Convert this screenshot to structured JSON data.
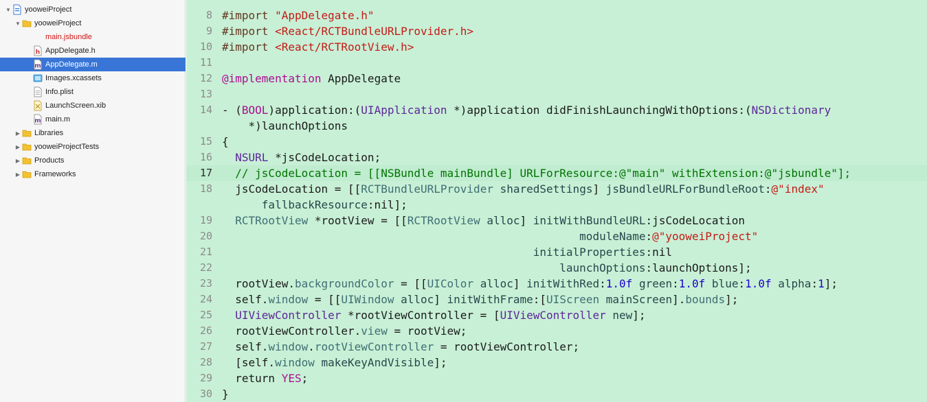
{
  "navigator": {
    "items": [
      {
        "label": "yooweiProject",
        "level": 0,
        "disclosure": "open",
        "icon": "project-icon",
        "selected": false,
        "red": false
      },
      {
        "label": "yooweiProject",
        "level": 1,
        "disclosure": "open",
        "icon": "folder-icon",
        "selected": false,
        "red": false
      },
      {
        "label": "main.jsbundle",
        "level": 2,
        "disclosure": "none",
        "icon": "blank-icon",
        "selected": false,
        "red": true
      },
      {
        "label": "AppDelegate.h",
        "level": 2,
        "disclosure": "none",
        "icon": "header-file-icon",
        "selected": false,
        "red": false
      },
      {
        "label": "AppDelegate.m",
        "level": 2,
        "disclosure": "none",
        "icon": "implementation-file-icon",
        "selected": true,
        "red": false
      },
      {
        "label": "Images.xcassets",
        "level": 2,
        "disclosure": "none",
        "icon": "asset-catalog-icon",
        "selected": false,
        "red": false
      },
      {
        "label": "Info.plist",
        "level": 2,
        "disclosure": "none",
        "icon": "plist-file-icon",
        "selected": false,
        "red": false
      },
      {
        "label": "LaunchScreen.xib",
        "level": 2,
        "disclosure": "none",
        "icon": "xib-file-icon",
        "selected": false,
        "red": false
      },
      {
        "label": "main.m",
        "level": 2,
        "disclosure": "none",
        "icon": "implementation-file-icon",
        "selected": false,
        "red": false
      },
      {
        "label": "Libraries",
        "level": 1,
        "disclosure": "closed",
        "icon": "folder-icon",
        "selected": false,
        "red": false
      },
      {
        "label": "yooweiProjectTests",
        "level": 1,
        "disclosure": "closed",
        "icon": "folder-icon",
        "selected": false,
        "red": false
      },
      {
        "label": "Products",
        "level": 1,
        "disclosure": "closed",
        "icon": "folder-icon",
        "selected": false,
        "red": false
      },
      {
        "label": "Frameworks",
        "level": 1,
        "disclosure": "closed",
        "icon": "folder-icon",
        "selected": false,
        "red": false
      }
    ]
  },
  "editor": {
    "current_line": "17",
    "lines": [
      {
        "n": "8",
        "t": [
          [
            "directive",
            "#import "
          ],
          [
            "string",
            "\"AppDelegate.h\""
          ]
        ]
      },
      {
        "n": "9",
        "t": [
          [
            "directive",
            "#import "
          ],
          [
            "string",
            "<React/RCTBundleURLProvider.h>"
          ]
        ]
      },
      {
        "n": "10",
        "t": [
          [
            "directive",
            "#import "
          ],
          [
            "string",
            "<React/RCTRootView.h>"
          ]
        ]
      },
      {
        "n": "11",
        "t": []
      },
      {
        "n": "12",
        "t": [
          [
            "keyword",
            "@implementation"
          ],
          [
            "plain",
            " AppDelegate"
          ]
        ]
      },
      {
        "n": "13",
        "t": []
      },
      {
        "n": "14",
        "t": [
          [
            "plain",
            "- ("
          ],
          [
            "keyword",
            "BOOL"
          ],
          [
            "plain",
            ")application:("
          ],
          [
            "type",
            "UIApplication"
          ],
          [
            "plain",
            " *)application didFinishLaunchingWithOptions:("
          ],
          [
            "type",
            "NSDictionary"
          ]
        ]
      },
      {
        "n": "",
        "t": [
          [
            "plain",
            "    *)launchOptions"
          ]
        ]
      },
      {
        "n": "15",
        "t": [
          [
            "plain",
            "{"
          ]
        ]
      },
      {
        "n": "16",
        "t": [
          [
            "plain",
            "  "
          ],
          [
            "type",
            "NSURL"
          ],
          [
            "plain",
            " *jsCodeLocation;"
          ]
        ]
      },
      {
        "n": "17",
        "t": [
          [
            "comment",
            "  // jsCodeLocation = [[NSBundle mainBundle] URLForResource:@\"main\" withExtension:@\"jsbundle\"];"
          ]
        ]
      },
      {
        "n": "18",
        "t": [
          [
            "plain",
            "  jsCodeLocation = [["
          ],
          [
            "class",
            "RCTBundleURLProvider"
          ],
          [
            "plain",
            " "
          ],
          [
            "method",
            "sharedSettings"
          ],
          [
            "plain",
            "] "
          ],
          [
            "method",
            "jsBundleURLForBundleRoot"
          ],
          [
            "plain",
            ":"
          ],
          [
            "string",
            "@\"index\""
          ]
        ]
      },
      {
        "n": "",
        "t": [
          [
            "plain",
            "      "
          ],
          [
            "method",
            "fallbackResource"
          ],
          [
            "plain",
            ":nil];"
          ]
        ]
      },
      {
        "n": "19",
        "t": [
          [
            "plain",
            "  "
          ],
          [
            "class",
            "RCTRootView"
          ],
          [
            "plain",
            " *rootView = [["
          ],
          [
            "class",
            "RCTRootView"
          ],
          [
            "plain",
            " "
          ],
          [
            "method",
            "alloc"
          ],
          [
            "plain",
            "] "
          ],
          [
            "method",
            "initWithBundleURL"
          ],
          [
            "plain",
            ":jsCodeLocation"
          ]
        ]
      },
      {
        "n": "20",
        "t": [
          [
            "plain",
            "                                                      "
          ],
          [
            "method",
            "moduleName"
          ],
          [
            "plain",
            ":"
          ],
          [
            "string",
            "@\"yooweiProject\""
          ]
        ]
      },
      {
        "n": "21",
        "t": [
          [
            "plain",
            "                                               "
          ],
          [
            "method",
            "initialProperties"
          ],
          [
            "plain",
            ":nil"
          ]
        ]
      },
      {
        "n": "22",
        "t": [
          [
            "plain",
            "                                                   "
          ],
          [
            "method",
            "launchOptions"
          ],
          [
            "plain",
            ":launchOptions];"
          ]
        ]
      },
      {
        "n": "23",
        "t": [
          [
            "plain",
            "  rootView."
          ],
          [
            "class",
            "backgroundColor"
          ],
          [
            "plain",
            " = [["
          ],
          [
            "class",
            "UIColor"
          ],
          [
            "plain",
            " "
          ],
          [
            "method",
            "alloc"
          ],
          [
            "plain",
            "] "
          ],
          [
            "method",
            "initWithRed"
          ],
          [
            "plain",
            ":"
          ],
          [
            "number",
            "1.0f"
          ],
          [
            "plain",
            " "
          ],
          [
            "method",
            "green"
          ],
          [
            "plain",
            ":"
          ],
          [
            "number",
            "1.0f"
          ],
          [
            "plain",
            " "
          ],
          [
            "method",
            "blue"
          ],
          [
            "plain",
            ":"
          ],
          [
            "number",
            "1.0f"
          ],
          [
            "plain",
            " "
          ],
          [
            "method",
            "alpha"
          ],
          [
            "plain",
            ":"
          ],
          [
            "number",
            "1"
          ],
          [
            "plain",
            "];"
          ]
        ]
      },
      {
        "n": "24",
        "t": [
          [
            "plain",
            "  self."
          ],
          [
            "class",
            "window"
          ],
          [
            "plain",
            " = [["
          ],
          [
            "class",
            "UIWindow"
          ],
          [
            "plain",
            " "
          ],
          [
            "method",
            "alloc"
          ],
          [
            "plain",
            "] "
          ],
          [
            "method",
            "initWithFrame"
          ],
          [
            "plain",
            ":["
          ],
          [
            "class",
            "UIScreen"
          ],
          [
            "plain",
            " "
          ],
          [
            "method",
            "mainScreen"
          ],
          [
            "plain",
            "]."
          ],
          [
            "class",
            "bounds"
          ],
          [
            "plain",
            "];"
          ]
        ]
      },
      {
        "n": "25",
        "t": [
          [
            "plain",
            "  "
          ],
          [
            "type",
            "UIViewController"
          ],
          [
            "plain",
            " *rootViewController = ["
          ],
          [
            "type",
            "UIViewController"
          ],
          [
            "plain",
            " "
          ],
          [
            "method",
            "new"
          ],
          [
            "plain",
            "];"
          ]
        ]
      },
      {
        "n": "26",
        "t": [
          [
            "plain",
            "  rootViewController."
          ],
          [
            "class",
            "view"
          ],
          [
            "plain",
            " = rootView;"
          ]
        ]
      },
      {
        "n": "27",
        "t": [
          [
            "plain",
            "  self."
          ],
          [
            "class",
            "window"
          ],
          [
            "plain",
            "."
          ],
          [
            "class",
            "rootViewController"
          ],
          [
            "plain",
            " = rootViewController;"
          ]
        ]
      },
      {
        "n": "28",
        "t": [
          [
            "plain",
            "  [self."
          ],
          [
            "class",
            "window"
          ],
          [
            "plain",
            " "
          ],
          [
            "method",
            "makeKeyAndVisible"
          ],
          [
            "plain",
            "];"
          ]
        ]
      },
      {
        "n": "29",
        "t": [
          [
            "plain",
            "  return "
          ],
          [
            "keyword",
            "YES"
          ],
          [
            "plain",
            ";"
          ]
        ]
      },
      {
        "n": "30",
        "t": [
          [
            "plain",
            "}"
          ]
        ]
      }
    ]
  },
  "colors": {
    "navigator_bg": "#f6f6f6",
    "selection": "#3875d7",
    "editor_bg": "#c8f0d6",
    "current_line_bg": "#c0ecd0",
    "string": "#c41a16",
    "keyword": "#aa0d91",
    "type": "#5c2699",
    "comment": "#007400",
    "number": "#1c00cf"
  }
}
